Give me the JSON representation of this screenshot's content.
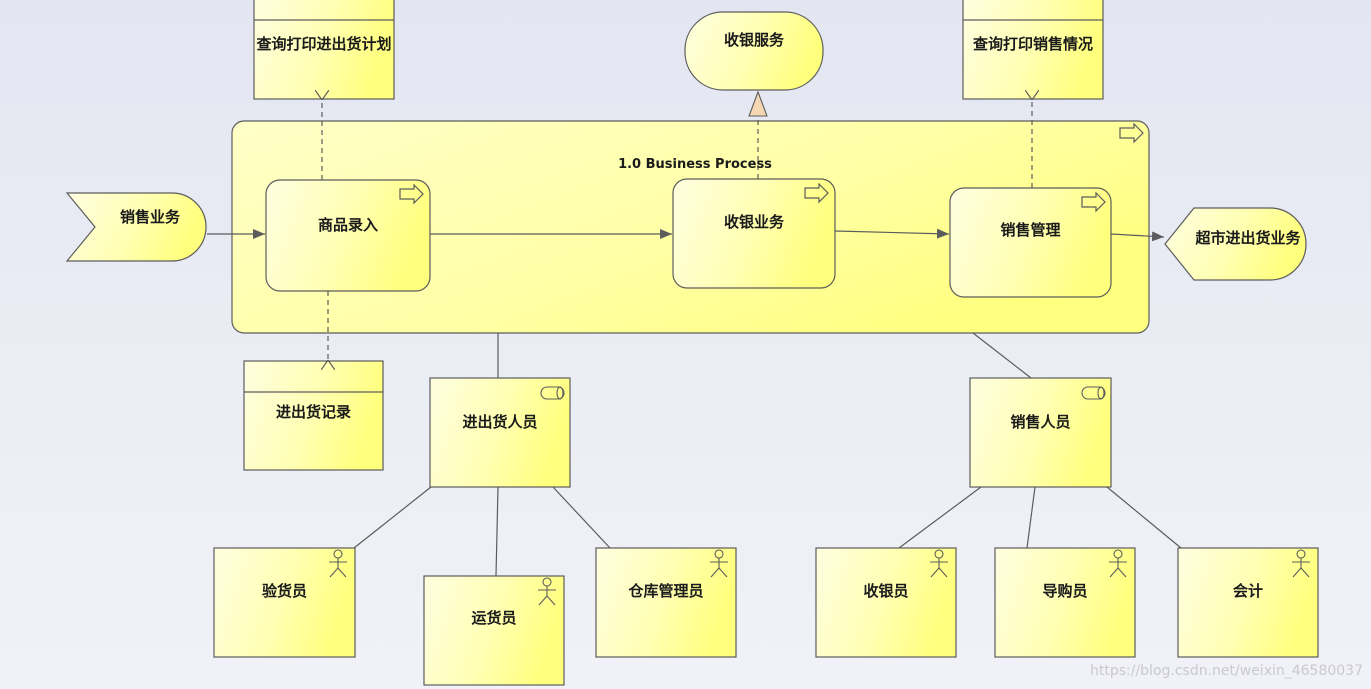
{
  "diagram": {
    "container": {
      "title": "1.0 Business Process"
    },
    "events": {
      "sales_business": "销售业务",
      "supermarket_business": "超市进出货业务"
    },
    "processes": {
      "product_entry": "商品录入",
      "cashier_business": "收银业务",
      "sales_management": "销售管理"
    },
    "service": {
      "cashier_service": "收银服务"
    },
    "objects": {
      "query_print_plan": "查询打印进出货计划",
      "query_print_sales": "查询打印销售情况",
      "stock_record": "进出货记录"
    },
    "roles": {
      "stock_staff": "进出货人员",
      "sales_staff": "销售人员"
    },
    "actors": {
      "inspector": "验货员",
      "transporter": "运货员",
      "warehouse_manager": "仓库管理员",
      "cashier": "收银员",
      "shopping_guide": "导购员",
      "accountant": "会计"
    }
  },
  "colors": {
    "fill_light": "#fffed6",
    "fill_dark": "#ffff88",
    "stroke": "#5c5c5c",
    "triangle": "#f5d7b3"
  },
  "watermark": "https://blog.csdn.net/weixin_46580037"
}
